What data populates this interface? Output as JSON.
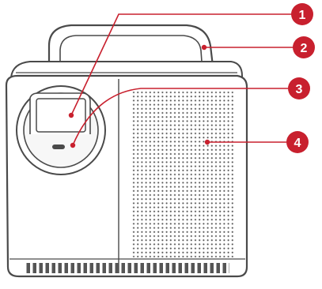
{
  "callouts": [
    {
      "number": "1",
      "part": "lens"
    },
    {
      "number": "2",
      "part": "carry-handle"
    },
    {
      "number": "3",
      "part": "sensor"
    },
    {
      "number": "4",
      "part": "speaker-grille"
    }
  ],
  "colors": {
    "callout_marker": "#c8202e",
    "leader_line": "#c8202e",
    "outline": "#4a4a4a",
    "body_fill": "#ffffff",
    "grille_dots": "#555555"
  },
  "icons": {
    "product": "portable-projector-illustration"
  }
}
